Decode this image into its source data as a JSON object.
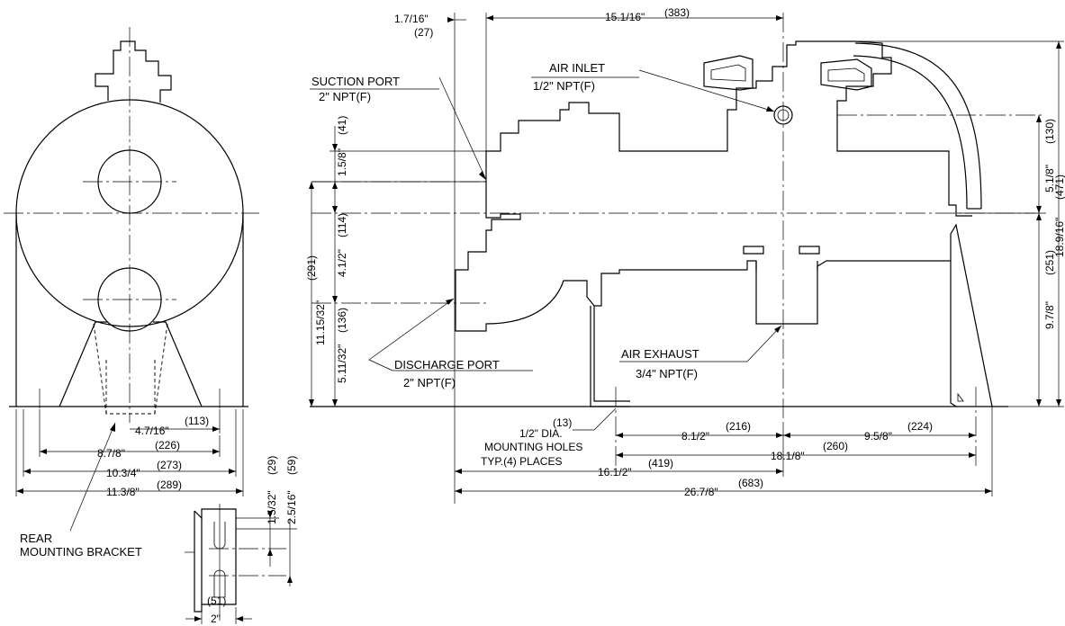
{
  "rear_view": {
    "dim_4_7_16": "4.7/16\"",
    "dim_113": "(113)",
    "dim_8_7_8": "8.7/8\"",
    "dim_226": "(226)",
    "dim_10_3_4": "10.3/4\"",
    "dim_273": "(273)",
    "dim_11_3_8": "11.3/8\"",
    "dim_289": "(289)"
  },
  "bracket": {
    "label_line1": "REAR",
    "label_line2": "MOUNTING BRACKET",
    "dim_1_5_32": "1.5/32\"",
    "dim_29": "(29)",
    "dim_2_5_16": "2.5/16\"",
    "dim_59": "(59)",
    "dim_51": "(51)",
    "dim_2": "2\""
  },
  "side_view": {
    "dim_1_7_16": "1.7/16\"",
    "dim_27": "(27)",
    "dim_15_1_16": "15.1/16\"",
    "dim_383": "(383)",
    "suction_title": "SUCTION PORT",
    "suction_sub": "2\" NPT(F)",
    "air_inlet_title": "AIR INLET",
    "air_inlet_sub": "1/2\" NPT(F)",
    "dim_1_5_8": "1.5/8\"",
    "dim_41": "(41)",
    "dim_4_1_2": "4.1/2\"",
    "dim_114": "(114)",
    "dim_11_15_32": "11.15/32\"",
    "dim_291": "(291)",
    "dim_5_11_32": "5.11/32\"",
    "dim_136": "(136)",
    "discharge_title": "DISCHARGE PORT",
    "discharge_sub": "2\" NPT(F)",
    "air_exhaust_title": "AIR EXHAUST",
    "air_exhaust_sub": "3/4\" NPT(F)",
    "holes_13": "(13)",
    "holes_line1": "1/2\" DIA.",
    "holes_line2": "MOUNTING HOLES",
    "holes_line3": "TYP.(4) PLACES",
    "dim_8_1_2": "8.1/2\"",
    "dim_216": "(216)",
    "dim_9_5_8": "9.5/8\"",
    "dim_224": "(224)",
    "dim_18_1_8": "18.1/8\"",
    "dim_260": "(260)",
    "dim_16_1_2": "16.1/2\"",
    "dim_419": "(419)",
    "dim_26_7_8": "26.7/8\"",
    "dim_683": "(683)",
    "dim_5_1_8": "5.1/8\"",
    "dim_130": "(130)",
    "dim_9_7_8": "9.7/8\"",
    "dim_251": "(251)",
    "dim_18_9_16": "18.9/16\"",
    "dim_471": "(471)"
  }
}
